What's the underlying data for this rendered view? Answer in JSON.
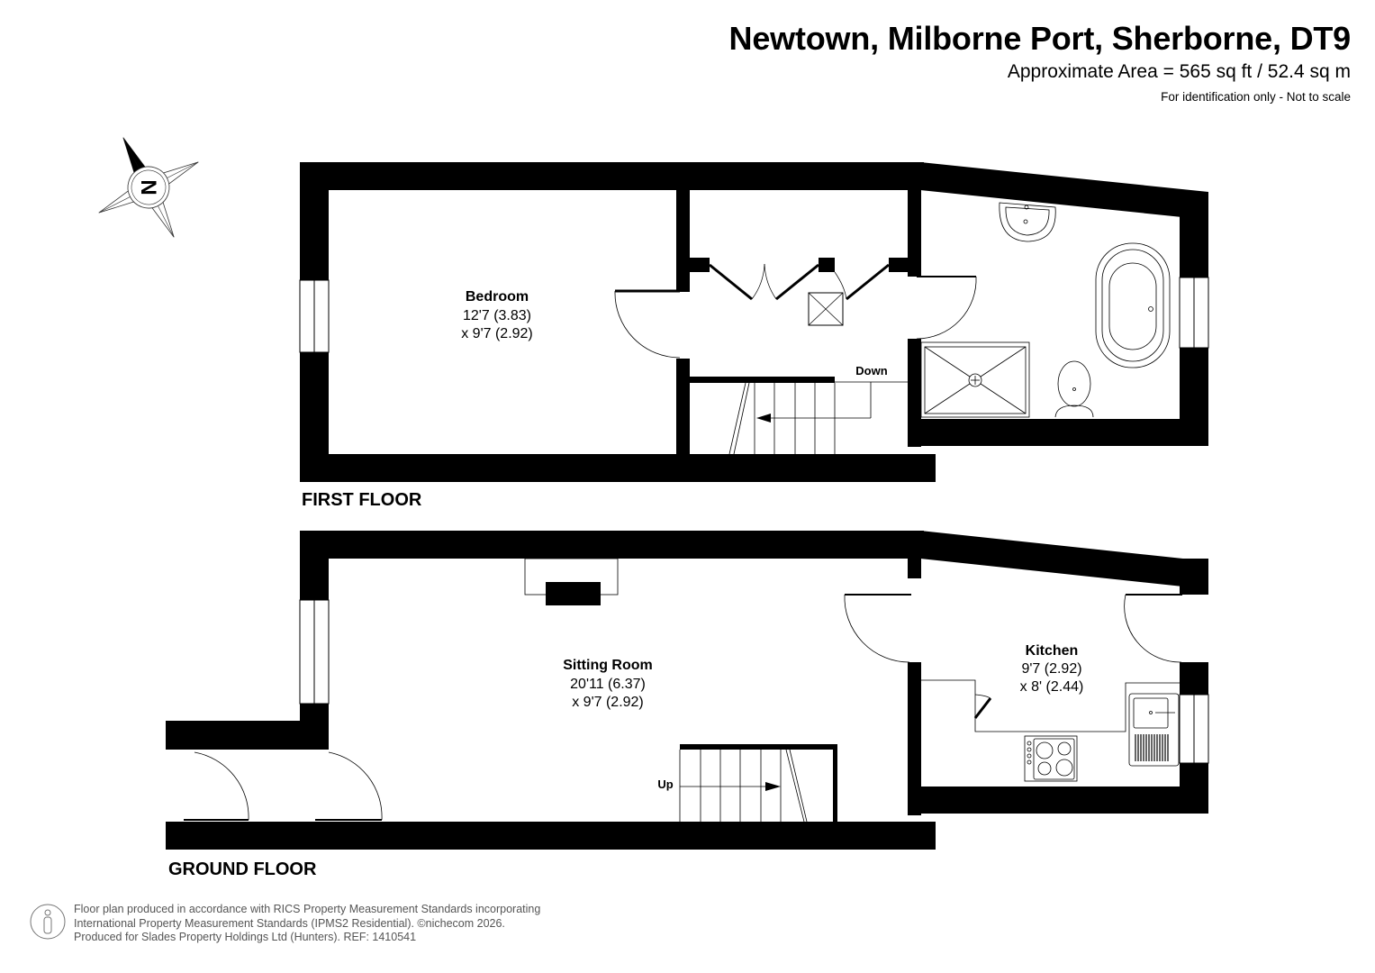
{
  "header": {
    "title": "Newtown, Milborne Port, Sherborne, DT9",
    "area": "Approximate Area = 565 sq ft / 52.4 sq m",
    "note": "For identification only - Not to scale"
  },
  "compass": {
    "icon": "north-compass-icon",
    "label": "N"
  },
  "floors": {
    "first": {
      "label": "FIRST FLOOR",
      "rooms": [
        {
          "name": "Bedroom",
          "dim1": "12'7 (3.83)",
          "dim2": "x 9'7 (2.92)"
        }
      ],
      "stairs_label": "Down"
    },
    "ground": {
      "label": "GROUND FLOOR",
      "rooms": [
        {
          "name": "Sitting Room",
          "dim1": "20'11 (6.37)",
          "dim2": "x 9'7 (2.92)"
        },
        {
          "name": "Kitchen",
          "dim1": "9'7 (2.92)",
          "dim2": "x 8' (2.44)"
        }
      ],
      "stairs_label": "Up"
    }
  },
  "footer": {
    "line1": "Floor plan produced in accordance with RICS Property Measurement Standards incorporating",
    "line2": "International Property Measurement Standards (IPMS2 Residential).   ©nichecom 2026.",
    "line3": "Produced for Slades Property Holdings Ltd (Hunters).   REF:  1410541"
  }
}
